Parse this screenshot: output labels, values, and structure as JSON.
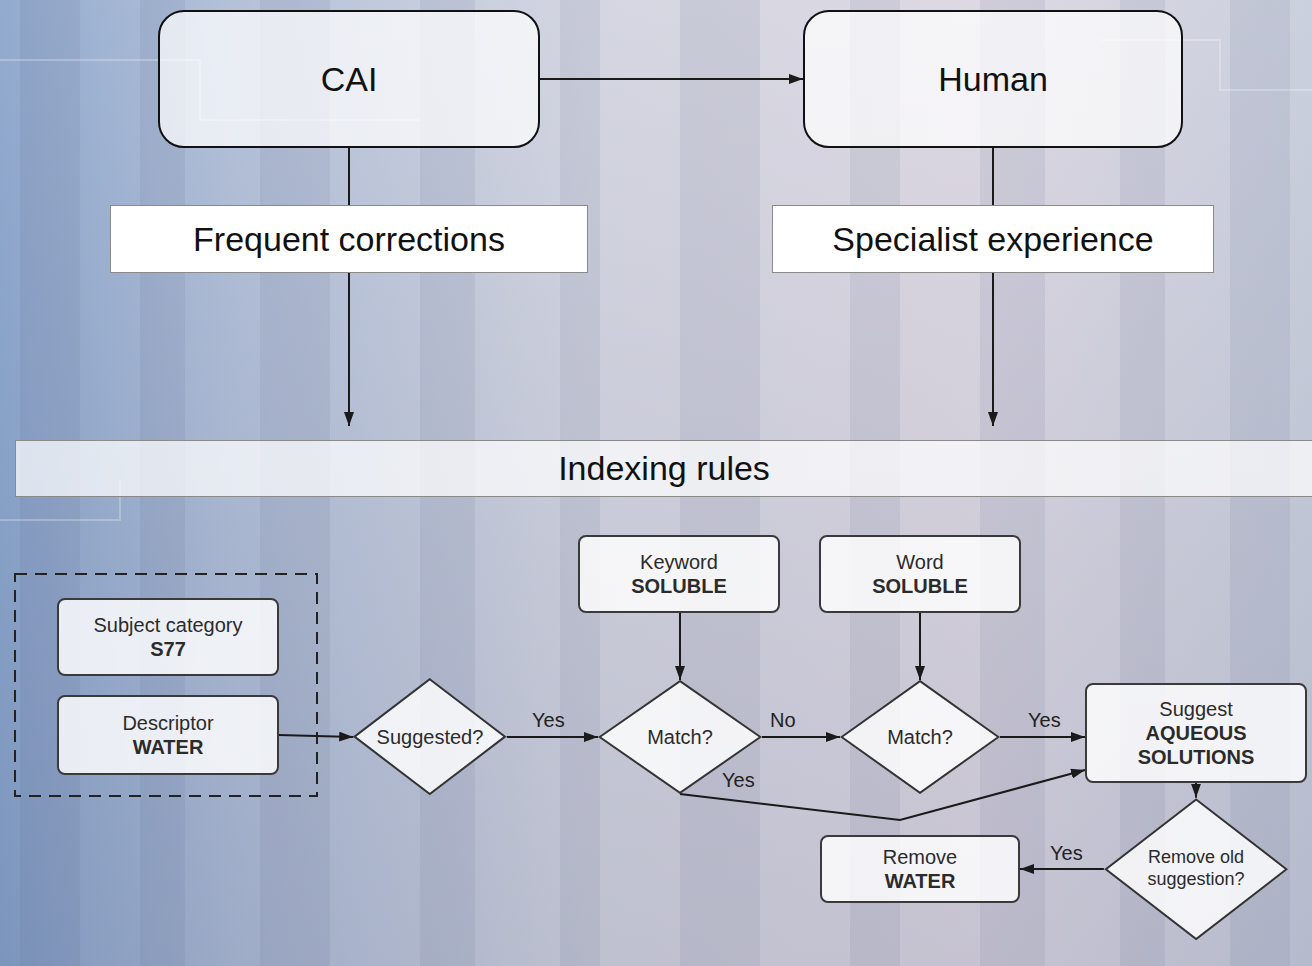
{
  "diagram": {
    "nodes": [
      {
        "text": [
          "CAI"
        ]
      },
      {
        "text": [
          "Human"
        ]
      },
      {
        "text": [
          "Frequent corrections"
        ]
      },
      {
        "text": [
          "Specialist experience"
        ]
      },
      {
        "text": [
          "Indexing rules"
        ]
      },
      {
        "text": [
          "Subject category",
          "S77"
        ]
      },
      {
        "text": [
          "Descriptor",
          "WATER"
        ]
      },
      {
        "text": [
          "Suggested?"
        ]
      },
      {
        "text": [
          "Keyword",
          "SOLUBLE"
        ]
      },
      {
        "text": [
          "Word",
          "SOLUBLE"
        ]
      },
      {
        "text": [
          "Match?"
        ]
      },
      {
        "text": [
          "Match?"
        ]
      },
      {
        "text": [
          "Suggest",
          "AQUEOUS SOLUTIONS"
        ]
      },
      {
        "text": [
          "Remove old suggestion?"
        ]
      },
      {
        "text": [
          "Remove",
          "WATER"
        ]
      }
    ],
    "edges": [
      {
        "from": 0,
        "to": 1,
        "arrow": "to"
      },
      {
        "from": 0,
        "to": 2,
        "arrow": "none"
      },
      {
        "from": 1,
        "to": 3,
        "arrow": "none"
      },
      {
        "from": 2,
        "to": 4,
        "arrow": "to"
      },
      {
        "from": 3,
        "to": 4,
        "arrow": "to"
      },
      {
        "from": 6,
        "to": 7,
        "arrow": "to"
      },
      {
        "from": 7,
        "to": 10,
        "arrow": "to",
        "label": "Yes"
      },
      {
        "from": 8,
        "to": 10,
        "arrow": "to"
      },
      {
        "from": 10,
        "to": 11,
        "arrow": "to",
        "label": "No"
      },
      {
        "from": 9,
        "to": 11,
        "arrow": "to"
      },
      {
        "from": 11,
        "to": 12,
        "arrow": "to",
        "label": "Yes"
      },
      {
        "from": 10,
        "to": 12,
        "arrow": "to",
        "label": "Yes"
      },
      {
        "from": 12,
        "to": 13,
        "arrow": "to"
      },
      {
        "from": 13,
        "to": 14,
        "arrow": "to",
        "label": "Yes"
      }
    ]
  }
}
